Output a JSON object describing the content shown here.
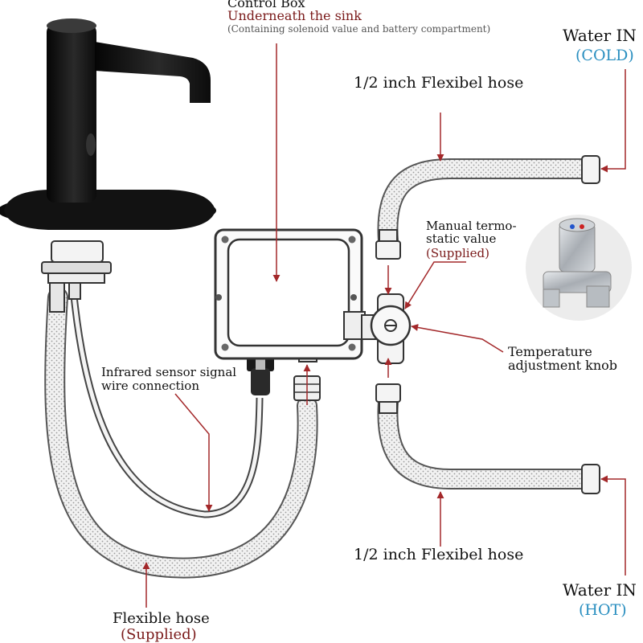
{
  "labels": {
    "control_box_title": "Control Box",
    "control_box_sub": "Underneath the sink",
    "control_box_note": "(Containing solenoid value and battery compartment)",
    "water_in_cold": "Water IN",
    "cold": "(COLD)",
    "hose_top": "1/2 inch Flexibel hose",
    "manual_valve_1": "Manual termo-",
    "manual_valve_2": "static value",
    "manual_valve_supplied": "(Supplied)",
    "temp_knob_1": "Temperature",
    "temp_knob_2": "adjustment knob",
    "sensor_wire_1": "Infrared sensor signal",
    "sensor_wire_2": "wire connection",
    "hose_bottom": "1/2 inch Flexibel hose",
    "water_in_hot": "Water IN",
    "hot": "(HOT)",
    "flex_hose": "Flexible hose",
    "flex_hose_supplied": "(Supplied)"
  },
  "colors": {
    "accent_red": "#7a1a1a",
    "accent_blue": "#2a8fc0",
    "pointer": "#a3282a"
  }
}
